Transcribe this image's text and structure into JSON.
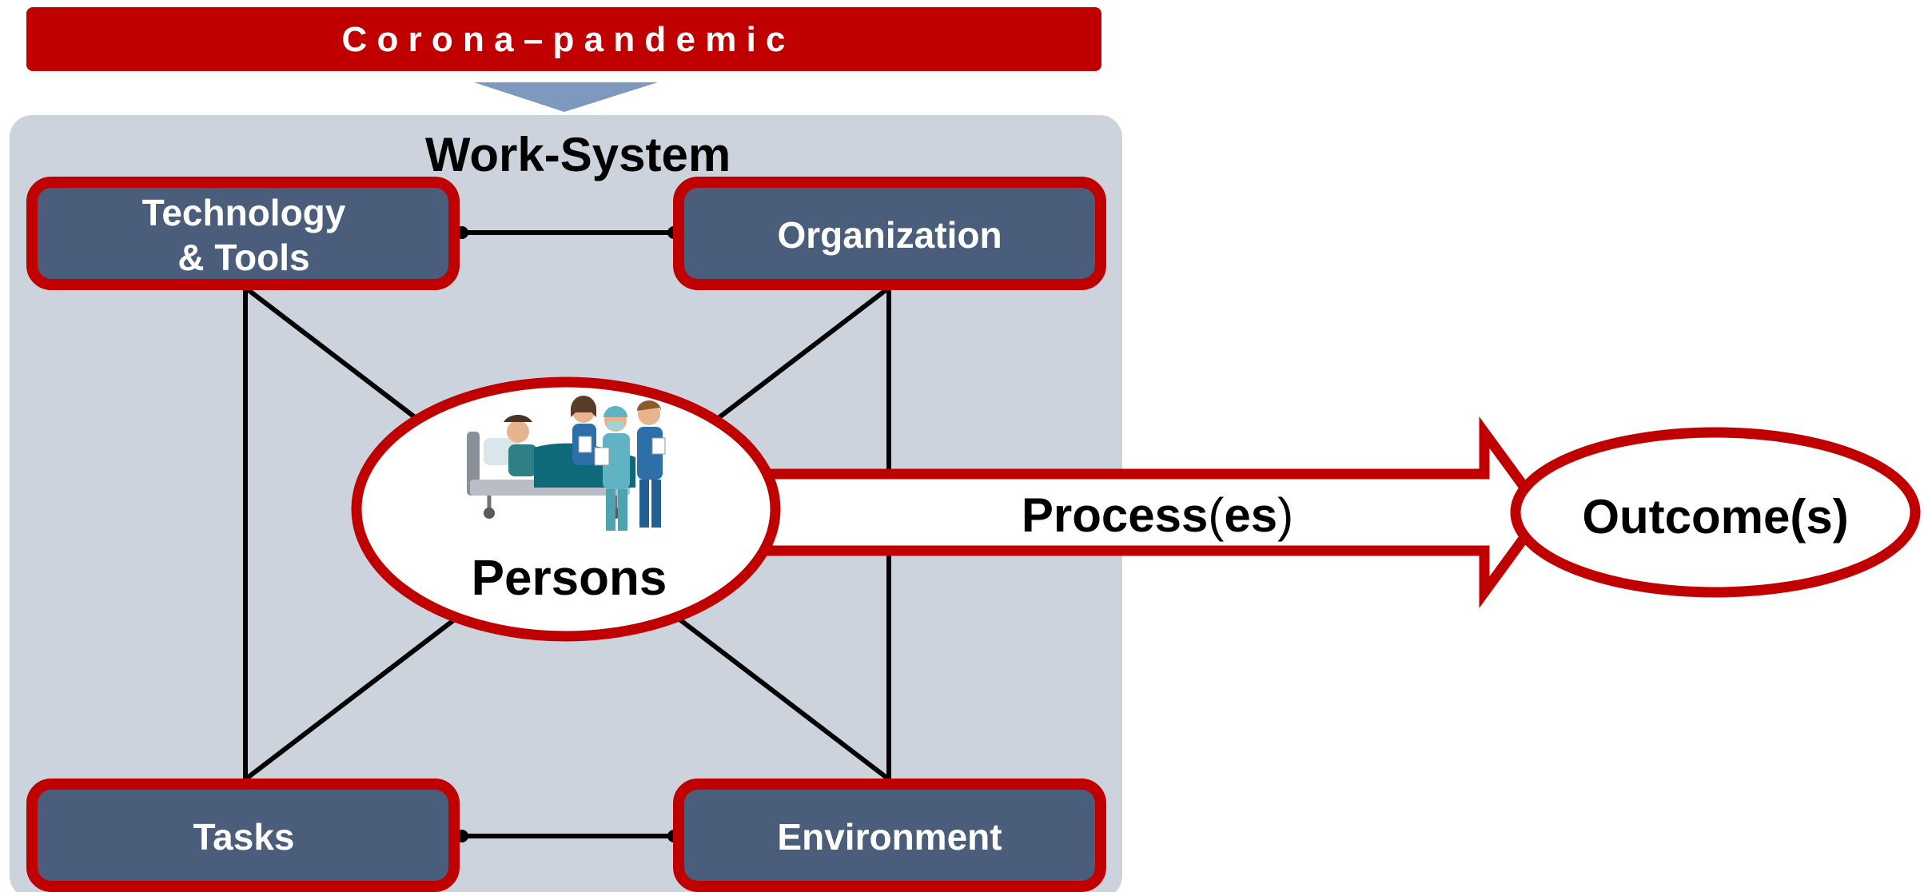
{
  "banner": {
    "label": "C o r o n a – p a n d e m i c"
  },
  "work_system": {
    "title": "Work-System"
  },
  "nodes": {
    "technology_line1": "Technology",
    "technology_line2": "& Tools",
    "organization": "Organization",
    "tasks": "Tasks",
    "environment": "Environment",
    "persons": "Persons"
  },
  "process": {
    "bold": "Process",
    "open": "(",
    "mid": "es",
    "close": ")"
  },
  "outcome": {
    "label": "Outcome(s)"
  },
  "icons": {
    "down_arrow": "down-arrow-icon",
    "hospital_team": "hospital-team-icon"
  },
  "colors": {
    "accent_red": "#c00000",
    "box_fill": "#4a5d7b",
    "system_bg": "#cdd3dd",
    "arrow_blue": "#7f98bd",
    "scrub_teal": "#5fb3c3",
    "scrub_blue": "#2d6fa8",
    "blanket": "#0e6a7a"
  }
}
